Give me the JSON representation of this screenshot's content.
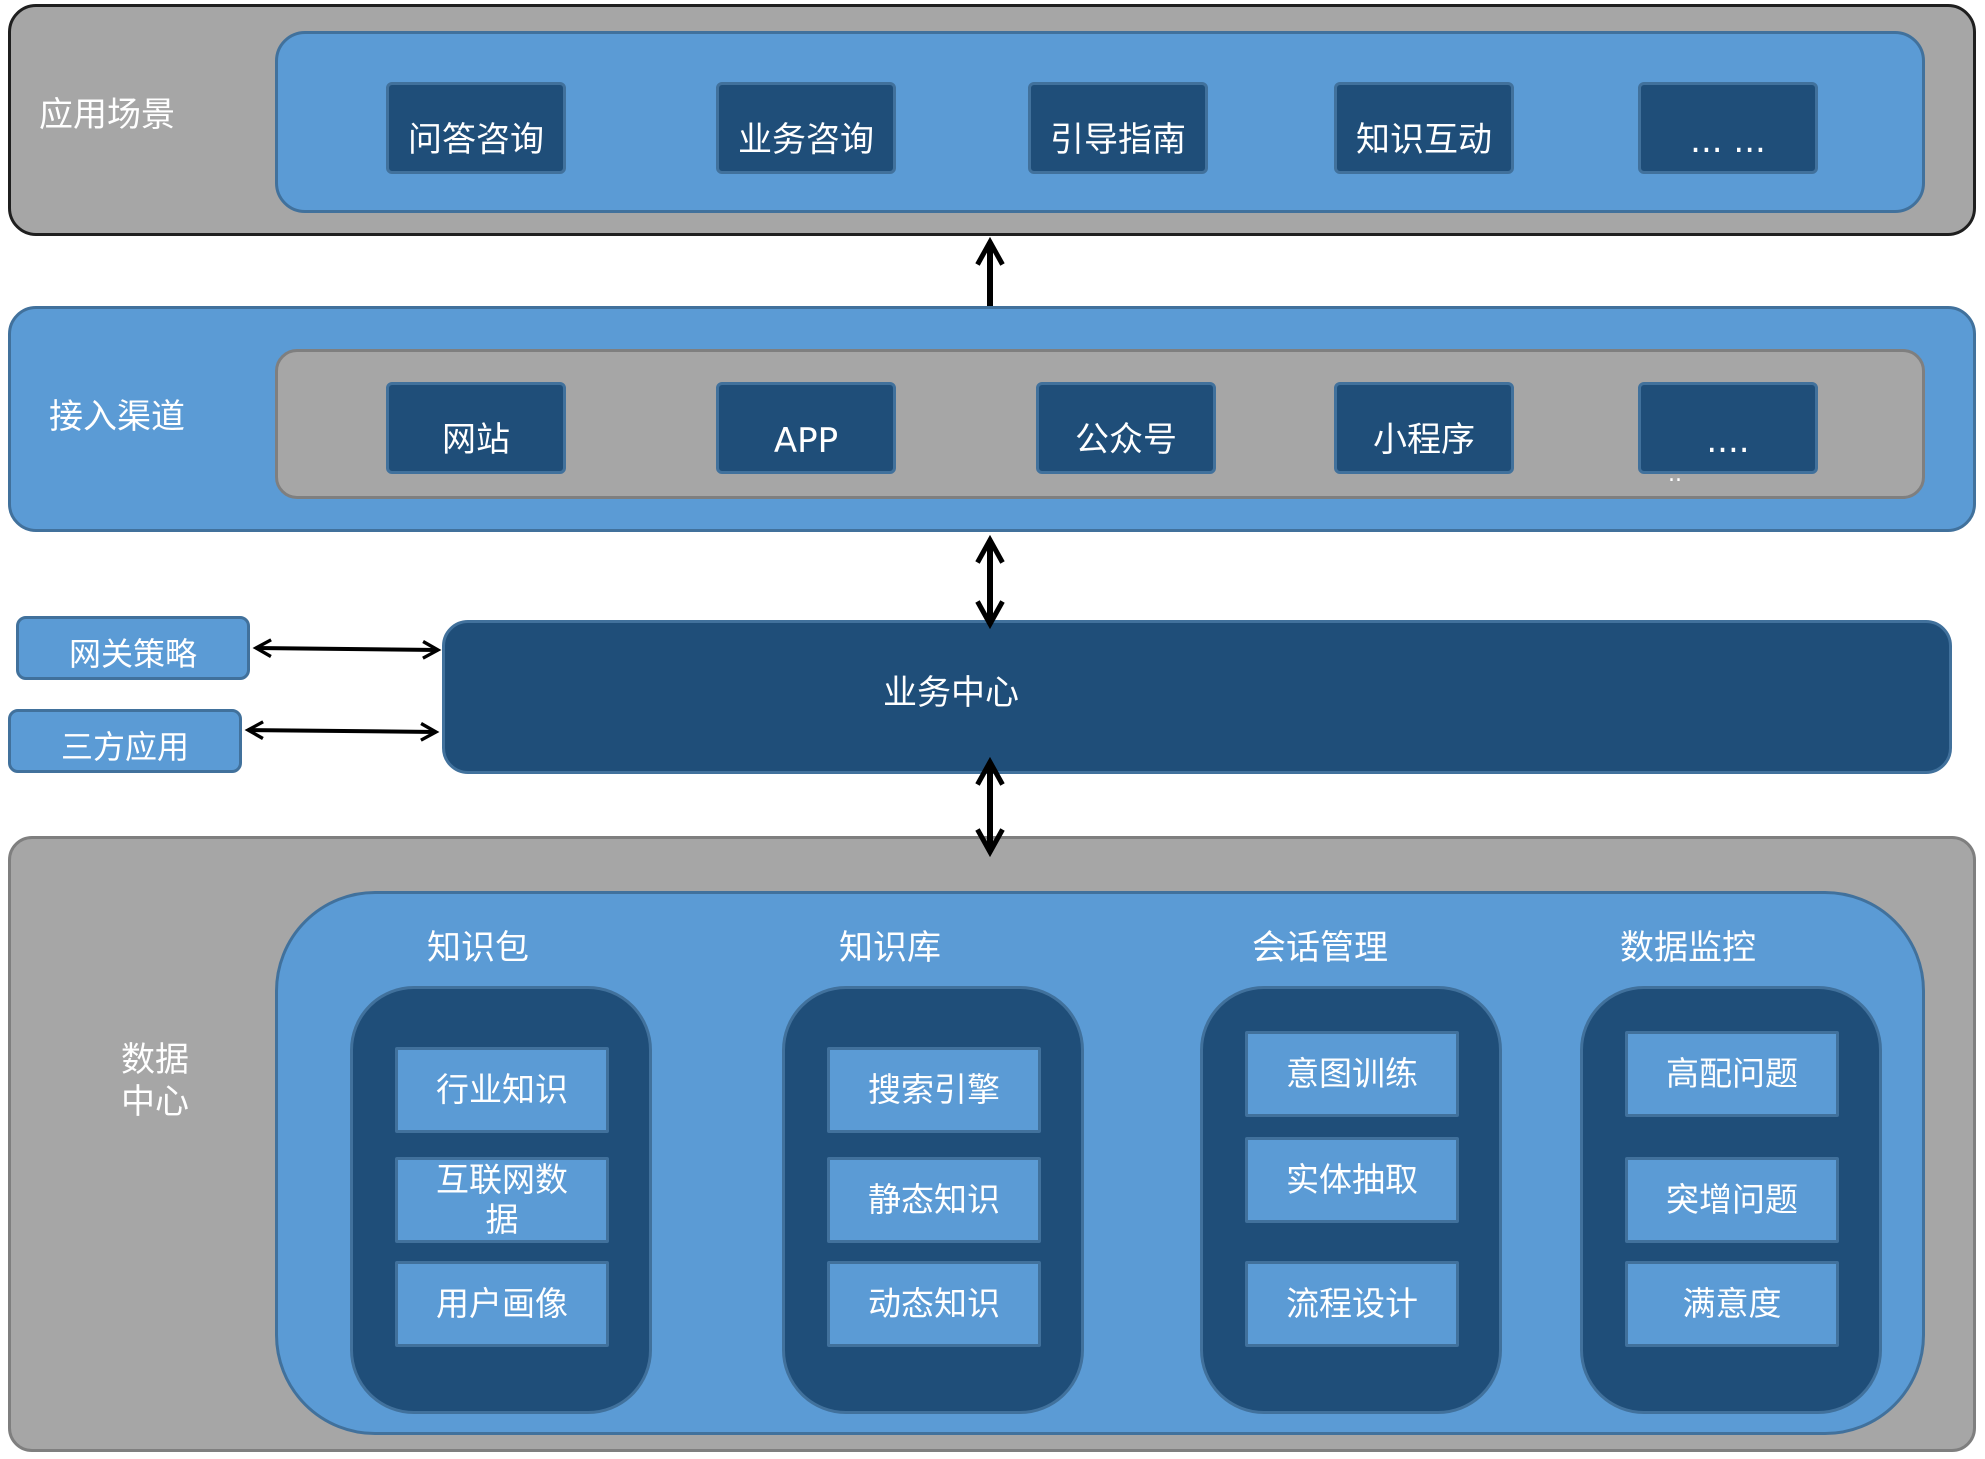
{
  "application_layer": {
    "label": "应用场景",
    "items": [
      "问答咨询",
      "业务咨询",
      "引导指南",
      "知识互动",
      "... ..."
    ]
  },
  "access_layer": {
    "label": "接入渠道",
    "items": [
      "网站",
      "APP",
      "公众号",
      "小程序",
      "...."
    ],
    "trailing_dots": ".."
  },
  "side_boxes": {
    "gateway": "网关策略",
    "third_party": "三方应用"
  },
  "business_center": {
    "label": "业务中心"
  },
  "data_center": {
    "label_line1": "数据",
    "label_line2": "中心",
    "groups": [
      {
        "title": "知识包",
        "items": [
          "行业知识",
          "互联网数据",
          "用户画像"
        ]
      },
      {
        "title": "知识库",
        "items": [
          "搜索引擎",
          "静态知识",
          "动态知识"
        ]
      },
      {
        "title": "会话管理",
        "items": [
          "意图训练",
          "实体抽取",
          "流程设计"
        ]
      },
      {
        "title": "数据监控",
        "items": [
          "高配问题",
          "突增问题",
          "满意度"
        ]
      }
    ]
  },
  "colors": {
    "dark_blue": "#1f4e79",
    "mid_blue": "#5b9bd5",
    "gray": "#a6a6a6",
    "arrow": "#000000"
  }
}
